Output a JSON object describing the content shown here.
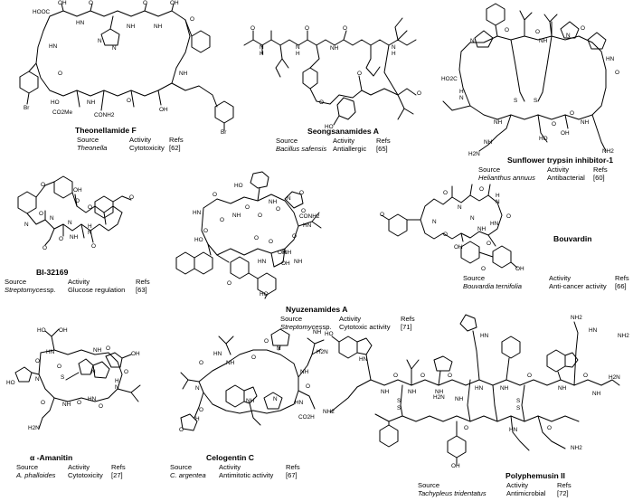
{
  "headers": {
    "source": "Source",
    "activity": "Activity",
    "refs": "Refs"
  },
  "compounds": [
    {
      "name": "Theonellamide F",
      "source": "Theonella",
      "activity": "Cytotoxicity",
      "refs": "[62]"
    },
    {
      "name": "Seongsanamides A",
      "source": "Bacillus safensis",
      "activity": "Antiallergic",
      "refs": "[65]"
    },
    {
      "name": "Sunflower trypsin inhibitor-1",
      "source": "Helianthus annuus",
      "activity": "Antibacterial",
      "refs": "[60]"
    },
    {
      "name": "BI-32169",
      "source": "Streptomyces",
      "source_suffix": " sp.",
      "activity": "Glucose regulation",
      "refs": "[63]"
    },
    {
      "name": "Nyuzenamides A",
      "source": "Streptomyces",
      "source_suffix": " sp.",
      "activity": "Cytotoxic activity",
      "refs": "[71]"
    },
    {
      "name": "Bouvardin",
      "source": "Bouvardia ternifolia",
      "activity": "Anti-cancer activity",
      "refs": "[66]"
    },
    {
      "name": "α -Amanitin",
      "source": "A. phalloides",
      "activity": "Cytotoxicity",
      "refs": "[27]"
    },
    {
      "name": "Celogentin C",
      "source": "C. argentea",
      "activity": "Antimitotic activity",
      "refs": "[67]"
    },
    {
      "name": "Polyphemusin II",
      "source": "Tachypleus tridentatus",
      "activity": "Antimicrobial",
      "refs": "[72]"
    }
  ],
  "atom_labels": {
    "theonellamide": [
      "HOOC",
      "OH",
      "O",
      "HN",
      "NH",
      "N",
      "N",
      "O",
      "OH",
      "Br",
      "O",
      "HO",
      "NH",
      "CO2Me",
      "CONH2",
      "OH",
      "NH",
      "Br",
      "O",
      "HN",
      "NH",
      "O"
    ],
    "seongsanamide": [
      "O",
      "H",
      "N",
      "N",
      "H",
      "O",
      "NH",
      "O",
      "O",
      "HO",
      "O",
      "H",
      "N",
      "O"
    ],
    "sfti": [
      "N",
      "O",
      "O",
      "NH",
      "N",
      "O",
      "HN",
      "O",
      "HO2C",
      "S",
      "S",
      "H",
      "N",
      "O",
      "NH",
      "OH",
      "NH2",
      "H2N",
      "NH",
      "NH",
      "HO",
      "O"
    ],
    "bi32169": [
      "O",
      "OH",
      "O",
      "N",
      "O",
      "N",
      "H",
      "N",
      "O",
      "O",
      "N",
      "O",
      "NH",
      "O",
      "O"
    ],
    "nyuzenamide": [
      "HN",
      "O",
      "HO",
      "O",
      "NH",
      "O",
      "O",
      "N",
      "O",
      "O",
      "NH",
      "O",
      "HN",
      "O",
      "CONH2",
      "O",
      "HO",
      "OH",
      "O",
      "O",
      "NH",
      "HN",
      "NH",
      "O",
      "OH",
      "HO"
    ],
    "bouvardin": [
      "O",
      "N",
      "O",
      "N",
      "H",
      "O",
      "O",
      "N",
      "O",
      "NH",
      "OH",
      "O",
      "O",
      "N",
      "HN",
      "OH"
    ],
    "amanitin": [
      "HO",
      "OH",
      "HN",
      "O",
      "HO",
      "N",
      "NH",
      "O",
      "H",
      "N",
      "O",
      "S",
      "O",
      "N",
      "OH",
      "H2N",
      "O",
      "NH",
      "O",
      "O",
      "HN"
    ],
    "celogentin": [
      "NH",
      "H2N",
      "NH",
      "N",
      "O",
      "HN",
      "O",
      "NH",
      "O",
      "N",
      "NH",
      "HN",
      "O",
      "CO2H",
      "O",
      "N",
      "H",
      "O"
    ],
    "polyphemusin": [
      "HO",
      "HN",
      "NH",
      "NH2",
      "NH",
      "NH",
      "O",
      "O",
      "O",
      "H2N",
      "NH",
      "S",
      "S",
      "HN",
      "NH",
      "O",
      "S",
      "S",
      "NH",
      "O",
      "NH",
      "H2N",
      "NH2",
      "HN",
      "NH2",
      "HN",
      "O",
      "O",
      "NH2",
      "HN",
      "OH"
    ]
  }
}
